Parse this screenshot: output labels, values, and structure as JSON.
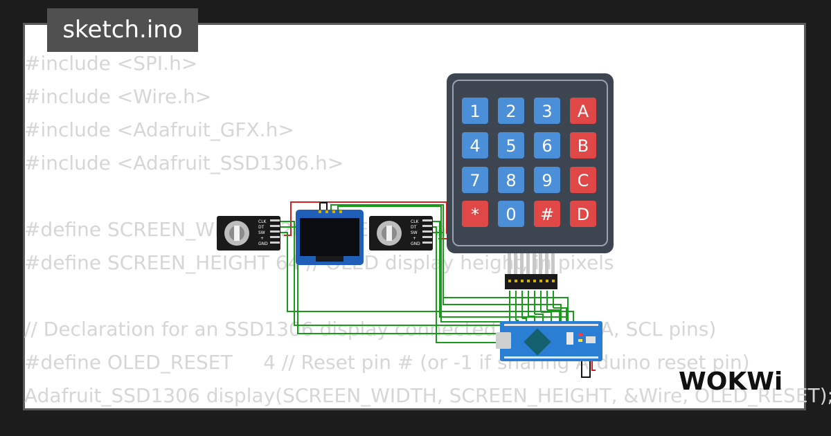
{
  "header": {
    "filename": "sketch.ino"
  },
  "code_lines": [
    "#include <SPI.h>",
    "#include <Wire.h>",
    "#include <Adafruit_GFX.h>",
    "#include <Adafruit_SSD1306.h>",
    "",
    "#define SCREEN_WIDTH 128 // OLED display width, in pixels",
    "#define SCREEN_HEIGHT 64 // OLED display height, in pixels",
    "",
    "// Declaration for an SSD1306 display connected to I2C (SDA, SCL pins)",
    "#define OLED_RESET     4 // Reset pin # (or -1 if sharing Arduino reset pin)",
    "Adafruit_SSD1306 display(SCREEN_WIDTH, SCREEN_HEIGHT, &Wire, OLED_RESET);"
  ],
  "keypad": {
    "keys": [
      "1",
      "2",
      "3",
      "A",
      "4",
      "5",
      "6",
      "B",
      "7",
      "8",
      "9",
      "C",
      "*",
      "0",
      "#",
      "D"
    ]
  },
  "encoder_pins": [
    "CLK",
    "DT",
    "SW",
    "+",
    "GND"
  ],
  "brand": {
    "logo_text": "WOKWi"
  },
  "colors": {
    "background": "#1c1c1c",
    "card": "#ffffff",
    "code_text": "#d6d6d6",
    "tab": "#505050",
    "wire_green": "#1a9a1a",
    "wire_red": "#d62020",
    "wire_black": "#111111",
    "key_blue": "#4a8fd8",
    "key_red": "#e04848",
    "keypad_body": "#3d4550",
    "oled_board": "#1f5fb8",
    "arduino_board": "#2a7fd4"
  }
}
